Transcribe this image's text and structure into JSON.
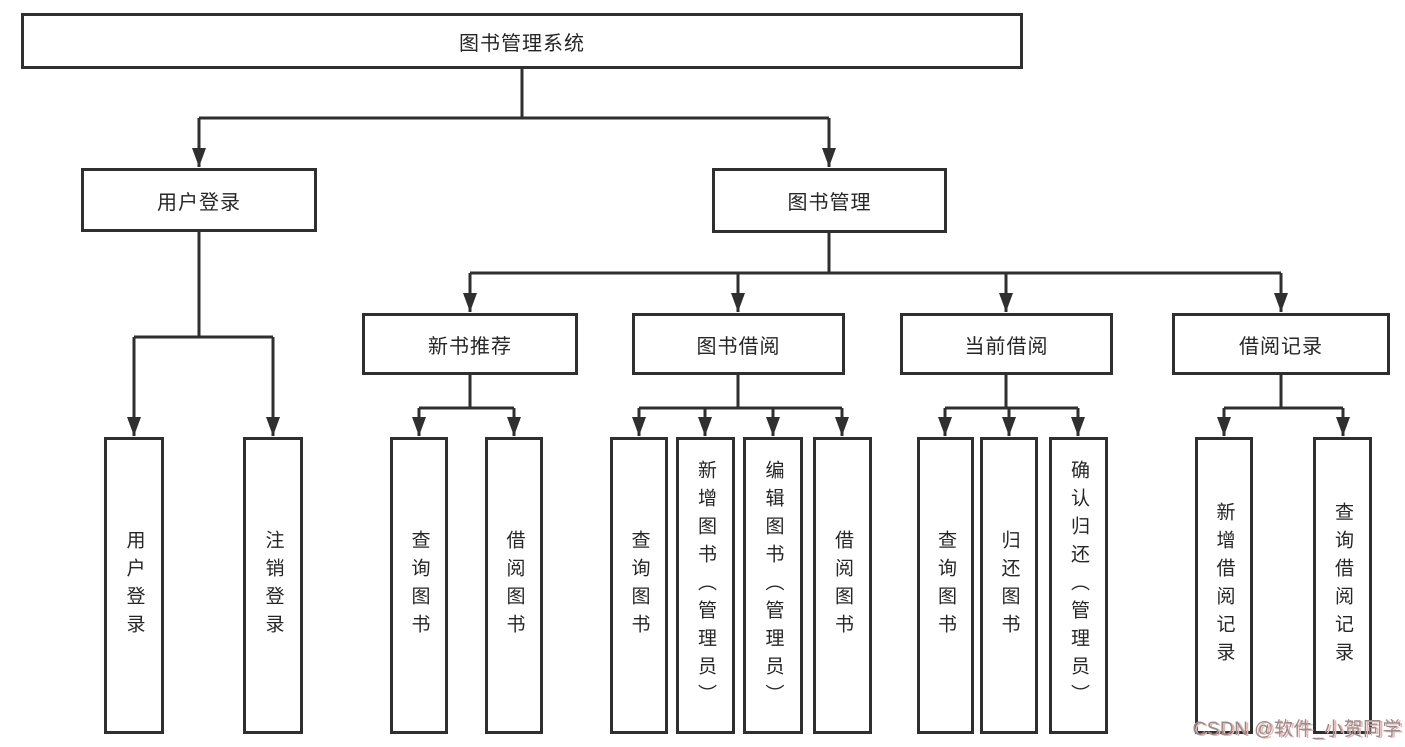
{
  "diagram": {
    "title": "图书管理系统",
    "level2": {
      "user_login": "用户登录",
      "book_mgmt": "图书管理"
    },
    "level3": {
      "new_books": "新书推荐",
      "borrowing": "图书借阅",
      "current": "当前借阅",
      "records": "借阅记录"
    },
    "leaves": {
      "user_login": "用户登录",
      "logout": "注销登录",
      "nb_query": "查询图书",
      "nb_borrow": "借阅图书",
      "bb_query": "查询图书",
      "bb_add": "新增图书（管理员）",
      "bb_edit": "编辑图书（管理员）",
      "bb_borrow": "借阅图书",
      "cb_query": "查询图书",
      "cb_return": "归还图书",
      "cb_confirm": "确认归还（管理员）",
      "br_add": "新增借阅记录",
      "br_query": "查询借阅记录"
    }
  },
  "colors": {
    "line": "#2f2f2f",
    "text": "#262626",
    "watermark": "#8f8f8f",
    "watermark_shadow": "#f0b0ae"
  },
  "watermark": "CSDN @软件_小贺同学"
}
